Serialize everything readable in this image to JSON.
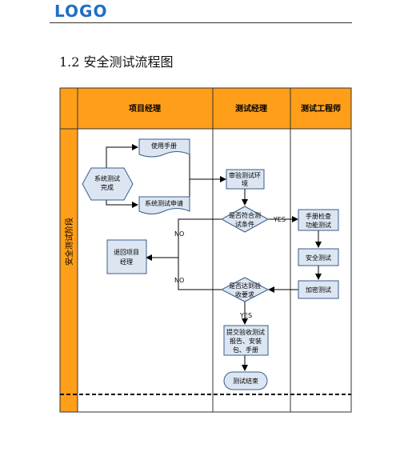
{
  "header": {
    "logo_text": "LOGO"
  },
  "section": {
    "title": "1.2  安全测试流程图"
  },
  "flowchart": {
    "stage_label": "安全测试阶段",
    "lanes": [
      "项目经理",
      "测试经理",
      "测试工程师"
    ],
    "nodes": {
      "start": [
        "系统测试",
        "完成"
      ],
      "manual": [
        "使用手册"
      ],
      "request": [
        "系统测试申请"
      ],
      "review_env": [
        "审验测试环",
        "境"
      ],
      "decision_conditions": [
        "是否符合测",
        "试条件"
      ],
      "return_pm": [
        "退回项目",
        "经理"
      ],
      "func_test": [
        "手册检查",
        "功能测试"
      ],
      "security_test": [
        "安全测试"
      ],
      "encrypt_test": [
        "加密测试"
      ],
      "decision_acceptance": [
        "是否达到验",
        "收要求"
      ],
      "submit_report": [
        "提交验收测试",
        "报告、安装",
        "包、手册"
      ],
      "end": [
        "测试结束"
      ]
    },
    "edge_labels": {
      "yes1": "YES",
      "no1": "NO",
      "no2": "NO",
      "yes2": "YES"
    },
    "colors": {
      "header_fill": "#FF9F19",
      "node_fill": "#DCE6F2",
      "node_stroke": "#385D8A",
      "line": "#000000"
    }
  }
}
